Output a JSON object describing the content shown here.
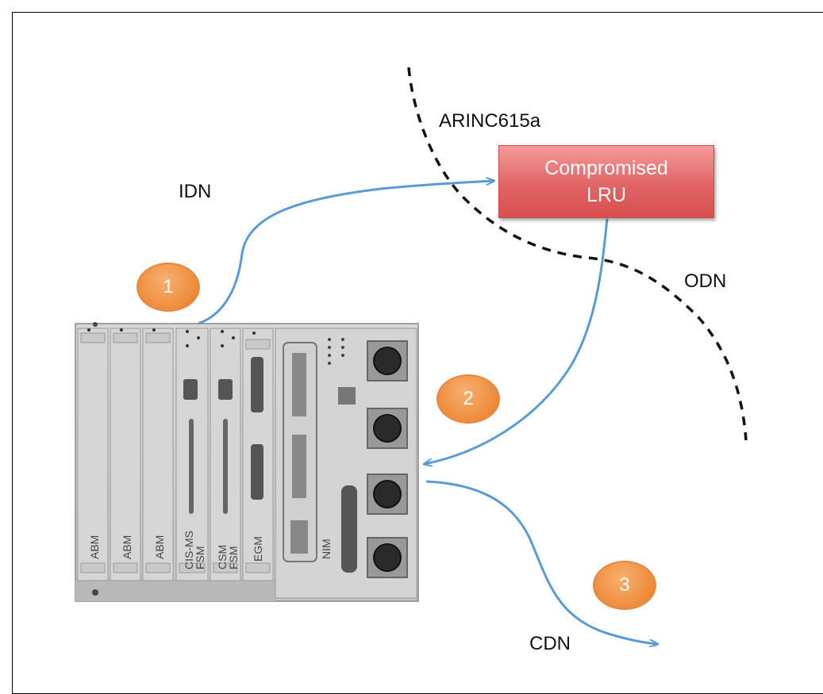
{
  "labels": {
    "arinc": "ARINC615a",
    "idn": "IDN",
    "odn": "ODN",
    "cdn": "CDN"
  },
  "lru": {
    "line1": "Compromised",
    "line2": "LRU"
  },
  "steps": [
    "1",
    "2",
    "3"
  ],
  "modules": {
    "abm1": "ABM",
    "abm2": "ABM",
    "abm3": "ABM",
    "cis_ms": "CIS-MS",
    "fsm1": "FSM",
    "csm": "CSM",
    "fsm2": "FSM",
    "egm": "EGM",
    "nim": "NIM"
  },
  "colors": {
    "arrow": "#5b9bd5",
    "lru": "#e06565",
    "badge": "#ee8a3a"
  }
}
